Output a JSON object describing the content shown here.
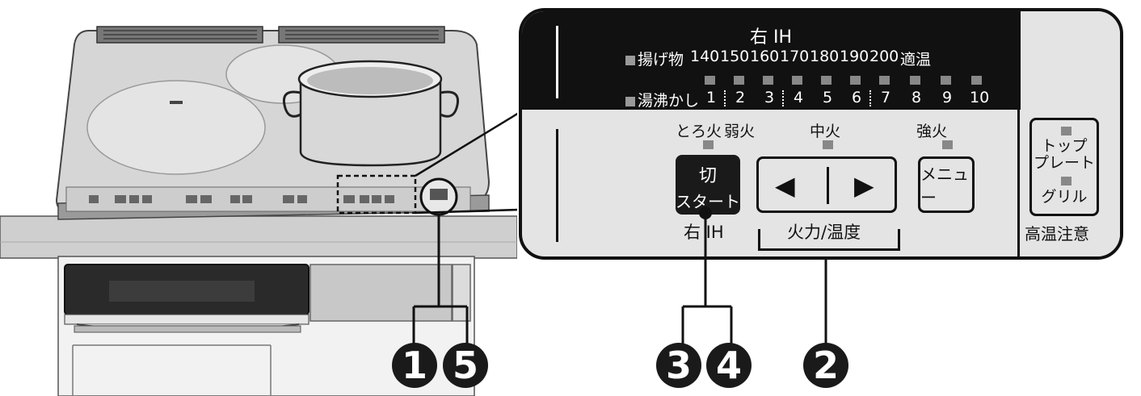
{
  "panel": {
    "title": "右 IH",
    "temp_row": {
      "label": "揚げ物",
      "values": [
        "140",
        "150",
        "160",
        "170",
        "180",
        "190",
        "200",
        "適温"
      ]
    },
    "boil_row": {
      "label": "湯沸かし",
      "levels": [
        "1",
        "2",
        "3",
        "4",
        "5",
        "6",
        "7",
        "8",
        "9",
        "10"
      ]
    },
    "heat_levels": {
      "low_simmer": "とろ火",
      "low": "弱火",
      "medium": "中火",
      "high": "強火"
    },
    "power_button": {
      "line1": "切",
      "line2": "スタート",
      "caption": "右 IH"
    },
    "adjust_caption": "火力/温度",
    "menu_button": "メニュー",
    "top_plate_grill": {
      "top_plate": "トップ\nプレート",
      "grill": "グリル",
      "caption": "高温注意"
    }
  },
  "callouts": [
    "1",
    "5",
    "3",
    "4",
    "2"
  ]
}
